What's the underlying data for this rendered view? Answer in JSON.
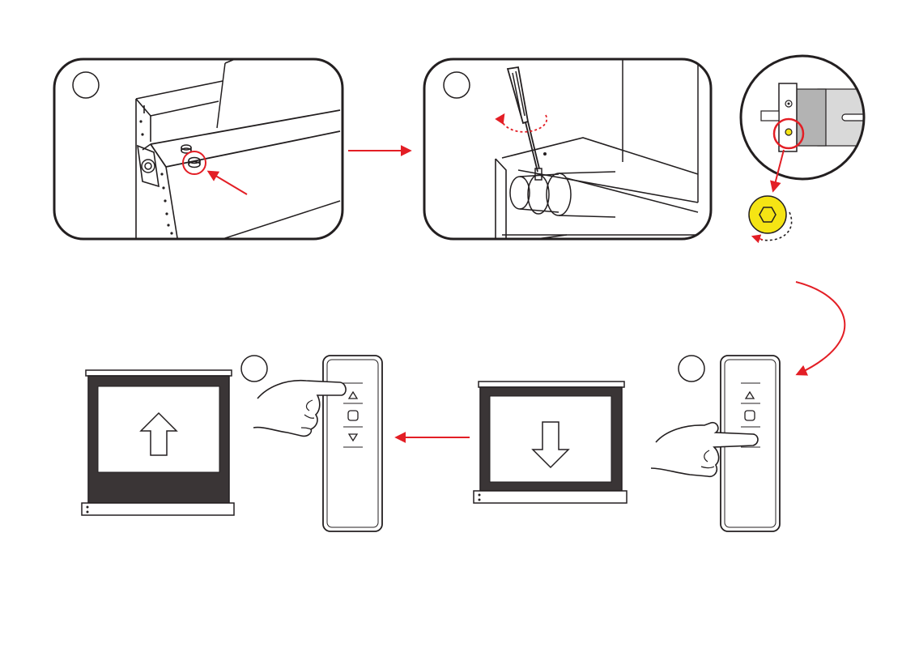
{
  "colors": {
    "accent_red": "#e31e25",
    "ink": "#231f20",
    "screen_case": "#3a3536",
    "screen_surface": "#ffffff",
    "hex_plug": "#f5e414",
    "motor_grey": "#b3b3b3",
    "motor_light": "#d9d9d9"
  },
  "steps": [
    {
      "id": "step-1",
      "number": "",
      "description": ""
    },
    {
      "id": "step-2",
      "number": "",
      "description": ""
    },
    {
      "id": "step-3",
      "number": "",
      "description": ""
    },
    {
      "id": "step-4",
      "number": "",
      "description": ""
    }
  ],
  "icons": {
    "up_arrow": "arrow-up-icon",
    "down_arrow": "arrow-down-icon",
    "stop": "stop-icon",
    "hex_screw": "hex-screw-icon",
    "screwdriver": "screwdriver-icon",
    "hand": "hand-icon"
  }
}
